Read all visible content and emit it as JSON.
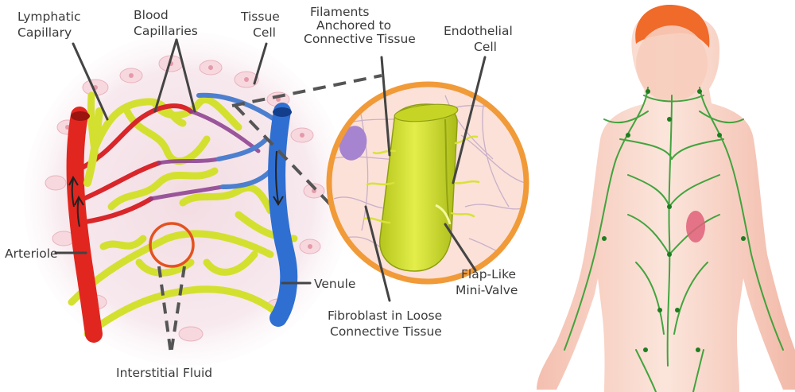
{
  "labels": {
    "lymphatic_capillary": [
      "Lymphatic",
      "Capillary"
    ],
    "blood_capillaries": [
      "Blood",
      "Capillaries"
    ],
    "tissue_cell": [
      "Tissue",
      "Cell"
    ],
    "filaments": [
      "Filaments",
      "Anchored to",
      "Connective Tissue"
    ],
    "endothelial_cell": [
      "Endothelial",
      "Cell"
    ],
    "arteriole": [
      "Arteriole"
    ],
    "venule": [
      "Venule"
    ],
    "flap_valve": [
      "Flap-Like",
      "Mini-Valve"
    ],
    "fibroblast": [
      "Fibroblast in Loose",
      "Connective Tissue"
    ],
    "interstitial_fluid": [
      "Interstitial Fluid"
    ]
  },
  "colors": {
    "lymph": "#d4e030",
    "lymph_dark": "#a9b81a",
    "artery": "#e0261f",
    "vein": "#2f6fd1",
    "zoom_ring": "#f19a38",
    "tissue": "#f4e0e4",
    "lymph_network": "#2f9e2f",
    "skin": "#f6cfc0",
    "leader": "#444444"
  }
}
